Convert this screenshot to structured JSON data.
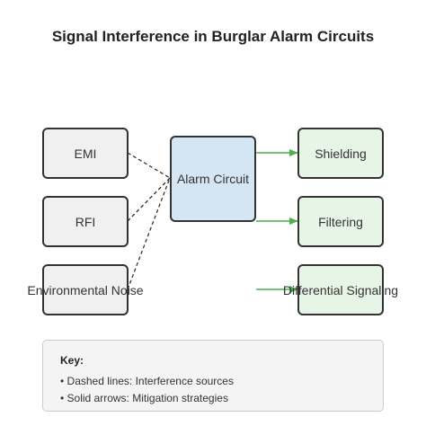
{
  "title": "Signal Interference in Burglar Alarm Circuits",
  "colors": {
    "source_fill": "#f0f0f0",
    "circuit_fill": "#d4e6f4",
    "mitigation_fill": "#e7f5e7",
    "border": "#333333",
    "dashed_line": "#333333",
    "arrow": "#4caf50"
  },
  "nodes": {
    "sources": [
      {
        "label": "EMI"
      },
      {
        "label": "RFI"
      },
      {
        "label": "Environmental Noise"
      }
    ],
    "circuit": {
      "label": "Alarm Circuit"
    },
    "mitigations": [
      {
        "label": "Shielding"
      },
      {
        "label": "Filtering"
      },
      {
        "label": "Differential Signaling"
      }
    ]
  },
  "key": {
    "title": "Key:",
    "items": [
      "• Dashed lines: Interference sources",
      "• Solid arrows: Mitigation strategies"
    ]
  }
}
